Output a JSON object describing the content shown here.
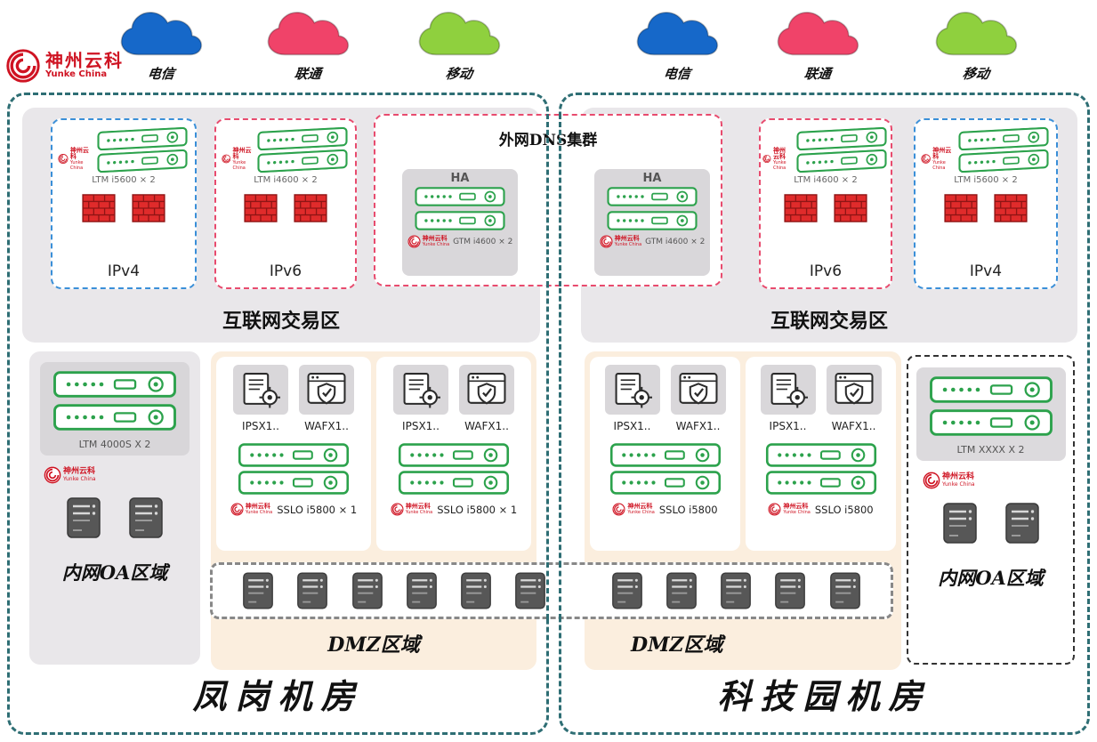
{
  "logo": {
    "brand": "神州云科",
    "sub": "Yunke China"
  },
  "clouds": {
    "left": [
      {
        "label": "电信"
      },
      {
        "label": "联通"
      },
      {
        "label": "移动"
      }
    ],
    "right": [
      {
        "label": "电信"
      },
      {
        "label": "联通"
      },
      {
        "label": "移动"
      }
    ]
  },
  "colors": {
    "dc_border": "#2e6e74",
    "ipv4_border": "#3a8fd8",
    "ipv6_border": "#e84b6e",
    "zone_gray": "#e9e7ea",
    "dmz_peach": "#fbeede",
    "device_green": "#2ca24c",
    "firewall_red": "#e02b2b",
    "brand_red": "#cf1322",
    "cloud_telecom": "#1668c9",
    "cloud_unicom": "#f04369",
    "cloud_mobile": "#8fd03e"
  },
  "dns_cluster": {
    "title": "外网DNS集群",
    "ha": [
      {
        "label": "HA",
        "device": "GTM i4600 × 2"
      },
      {
        "label": "HA",
        "device": "GTM i4600 × 2"
      }
    ]
  },
  "dc_left": {
    "name": "凤岗机房",
    "internet_label": "互联网交易区",
    "ipv4": {
      "device": "LTM i5600 × 2",
      "label": "IPv4"
    },
    "ipv6": {
      "device": "LTM i4600 × 2",
      "label": "IPv6"
    },
    "oa": {
      "device": "LTM 4000S X 2",
      "label": "内网OA区域"
    },
    "dmz": {
      "label": "DMZ区域",
      "panels": [
        {
          "ips": "IPSX1..",
          "waf": "WAFX1..",
          "sslo": "SSLO i5800 × 1"
        },
        {
          "ips": "IPSX1..",
          "waf": "WAFX1..",
          "sslo": "SSLO i5800 × 1"
        }
      ]
    }
  },
  "dc_right": {
    "name": "科技园机房",
    "internet_label": "互联网交易区",
    "ipv6": {
      "device": "LTM i4600 × 2",
      "label": "IPv6"
    },
    "ipv4": {
      "device": "LTM i5600 × 2",
      "label": "IPv4"
    },
    "oa": {
      "device": "LTM XXXX X 2",
      "label": "内网OA区域"
    },
    "dmz": {
      "label": "DMZ区域",
      "panels": [
        {
          "ips": "IPSX1..",
          "waf": "WAFX1..",
          "sslo": "SSLO i5800"
        },
        {
          "ips": "IPSX1..",
          "waf": "WAFX1..",
          "sslo": "SSLO i5800"
        }
      ]
    }
  }
}
